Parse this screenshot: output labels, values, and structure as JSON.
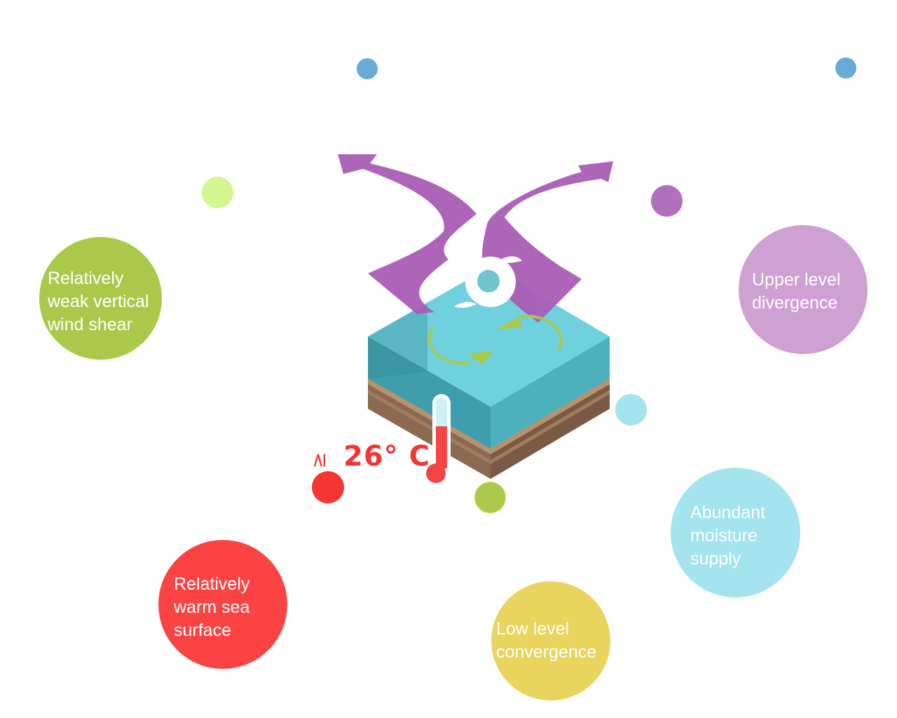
{
  "diagram": {
    "title": "Conditions for tropical cyclone formation",
    "temperature_label": "26° C",
    "temperature_operator": "≥",
    "icons": {
      "center": "tropical-cyclone-icon",
      "arrows": "upper-level-divergence-arrows-icon",
      "circulation": "circulation-arrows-icon",
      "ocean": "ocean-block-icon",
      "thermometer": "thermometer-icon"
    },
    "factors": [
      {
        "id": "shear",
        "lines": [
          "Relatively",
          "weak vertical",
          "wind shear"
        ],
        "color": "#a8c94a"
      },
      {
        "id": "divergence",
        "lines": [
          "Upper level",
          "divergence"
        ],
        "color": "#cfa0d2"
      },
      {
        "id": "moisture",
        "lines": [
          "Abundant",
          "moisture",
          "supply"
        ],
        "color": "#a3e4ef"
      },
      {
        "id": "convergence",
        "lines": [
          "Low level",
          "convergence"
        ],
        "color": "#e9d45e"
      },
      {
        "id": "warm-sea",
        "lines": [
          "Relatively",
          "warm sea",
          "surface"
        ],
        "color": "#fb4343"
      }
    ],
    "connector_dots": [
      {
        "id": "blue-1",
        "color": "#67acd9"
      },
      {
        "id": "blue-2",
        "color": "#67acd9"
      },
      {
        "id": "lime",
        "color": "#d3f68f"
      },
      {
        "id": "purple",
        "color": "#b26fbe"
      },
      {
        "id": "cyan",
        "color": "#a3e4ef"
      },
      {
        "id": "red",
        "color": "#f53434"
      },
      {
        "id": "green",
        "color": "#a8c94a"
      }
    ],
    "colors": {
      "arrows": "#a95db5",
      "ocean_top": "#6fd1de",
      "ocean_front": "#3f9eac",
      "ocean_side": "#4cb1bd",
      "soil": "#8c6a52",
      "circulation": "#a8c94a",
      "thermometer_red": "#f24545"
    }
  }
}
